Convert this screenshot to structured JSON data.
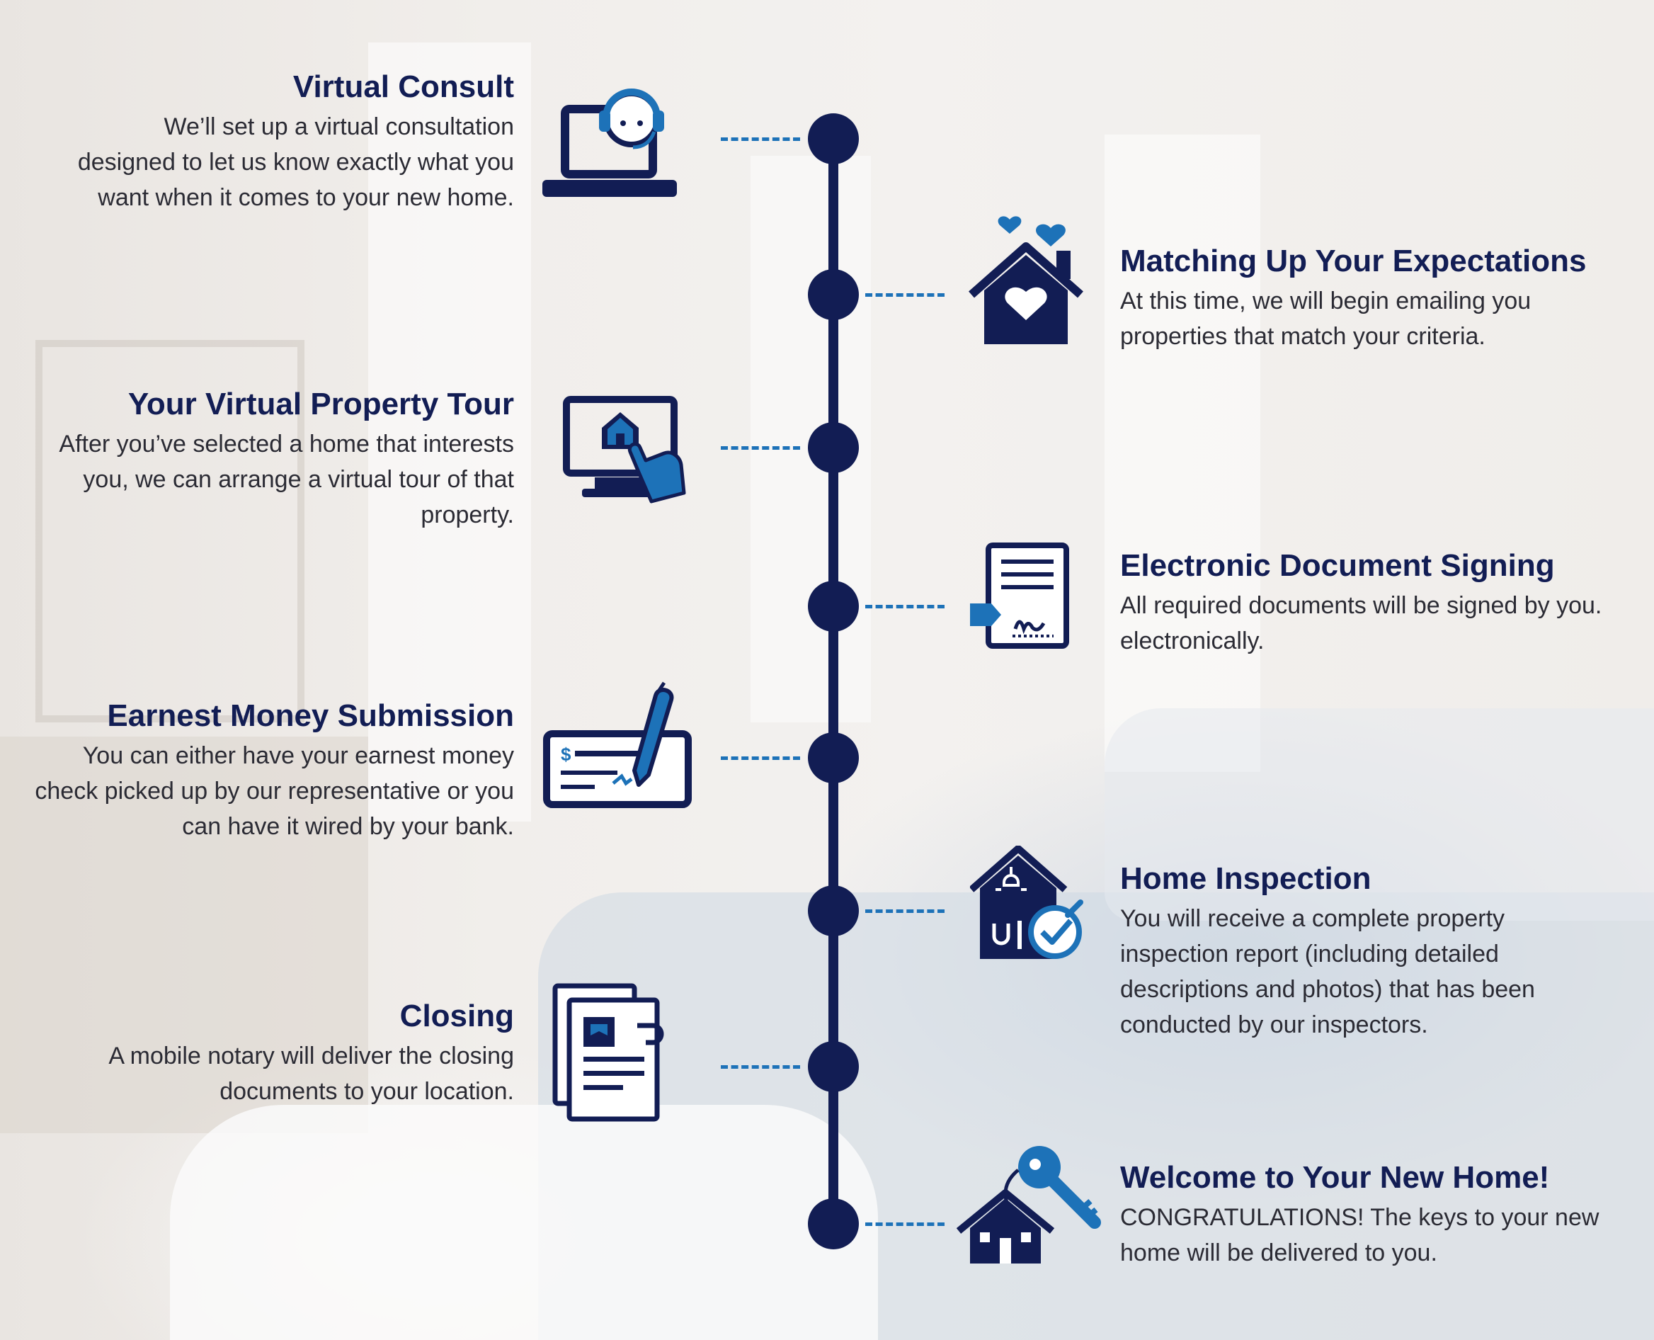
{
  "steps": [
    {
      "title": "Virtual Consult",
      "description": "We’ll set up a virtual consultation designed to let us know exactly what you want when it comes to your new home.",
      "icon": "headset-laptop-icon"
    },
    {
      "title": "Matching Up Your Expectations",
      "description": "At this time, we will begin emailing you properties that match your criteria.",
      "icon": "house-heart-icon"
    },
    {
      "title": "Your Virtual Property Tour",
      "description": "After you’ve selected a home that interests you, we can arrange a virtual tour of that property.",
      "icon": "monitor-touch-icon"
    },
    {
      "title": "Electronic Document Signing",
      "description": "All required documents will be signed by you. electronically.",
      "icon": "signature-document-icon"
    },
    {
      "title": "Earnest Money Submission",
      "description": "You can either have your earnest money check picked up by our representative or you can have it wired by your bank.",
      "icon": "check-pen-icon"
    },
    {
      "title": "Home Inspection",
      "description": "You will receive a complete property inspection report (including detailed descriptions and photos) that has been conducted by our inspectors.",
      "icon": "house-inspection-icon"
    },
    {
      "title": "Closing",
      "description": "A mobile notary will deliver the closing documents to your location.",
      "icon": "closing-documents-icon"
    },
    {
      "title": "Welcome to Your New Home!",
      "description": "CONGRATULATIONS! The keys to your new home will be delivered to you.",
      "icon": "house-key-icon"
    }
  ],
  "colors": {
    "navy": "#121d54",
    "blue": "#1d72b8"
  }
}
